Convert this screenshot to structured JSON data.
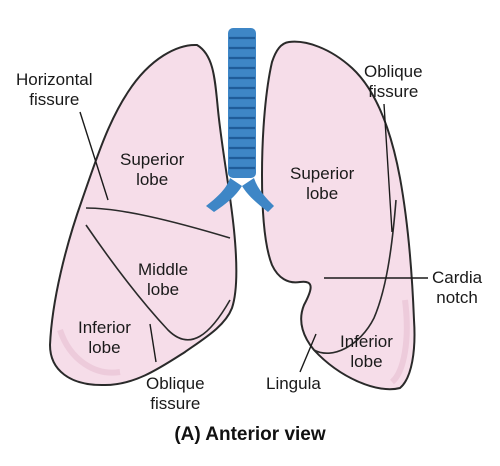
{
  "labels": {
    "horizontal_fissure": [
      "Horizontal",
      "fissure"
    ],
    "right_superior_lobe": [
      "Superior",
      "lobe"
    ],
    "middle_lobe": [
      "Middle",
      "lobe"
    ],
    "right_inferior_lobe": [
      "Inferior",
      "lobe"
    ],
    "right_oblique_fissure": [
      "Oblique",
      "fissure"
    ],
    "left_oblique_fissure": [
      "Oblique",
      "fissure"
    ],
    "left_superior_lobe": [
      "Superior",
      "lobe"
    ],
    "cardiac_notch": [
      "Cardia",
      "notch"
    ],
    "left_inferior_lobe": [
      "Inferior",
      "lobe"
    ],
    "lingula": "Lingula"
  },
  "caption": "(A) Anterior view",
  "colors": {
    "lung_fill": "#f6dde9",
    "lung_outline": "#2a2a2a",
    "trachea": "#3e86c6",
    "trachea_rings": "#1f5c99"
  }
}
